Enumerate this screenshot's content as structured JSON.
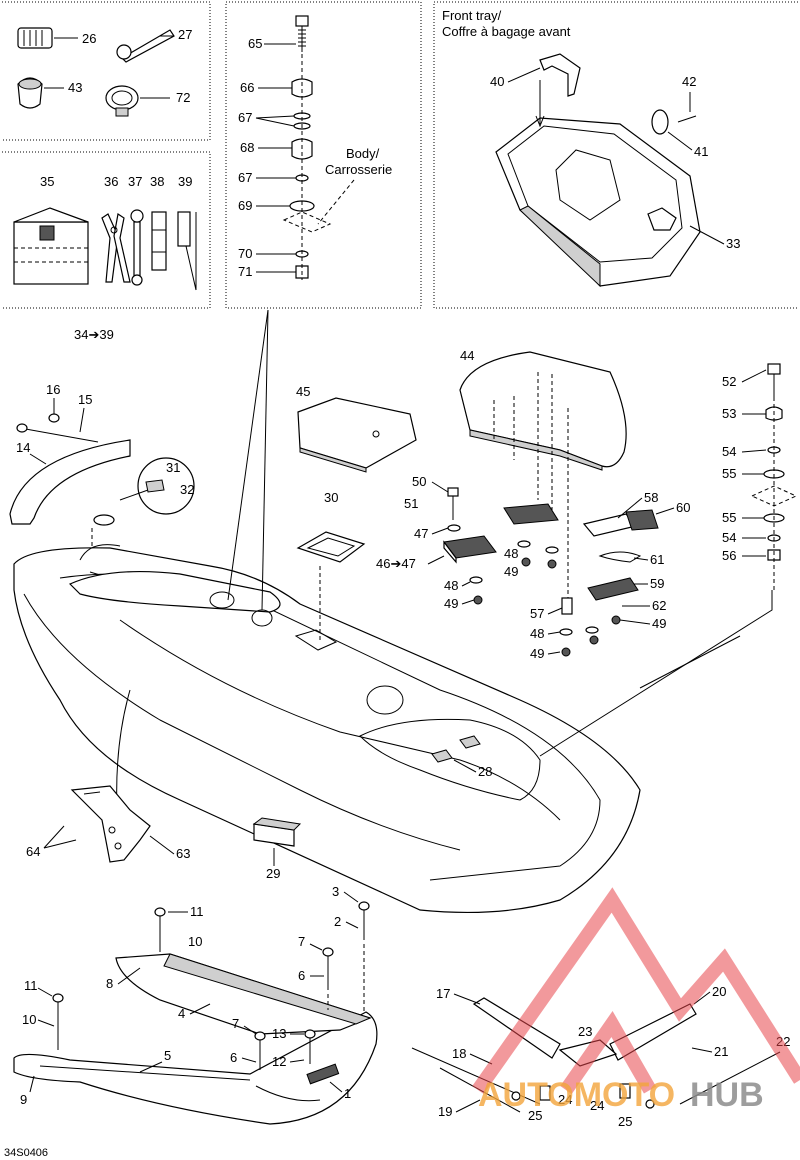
{
  "panels": {
    "front_tray_title_en": "Front tray/",
    "front_tray_title_fr": "Coffre à bagage avant",
    "body_label_en": "Body/",
    "body_label_fr": "Carrosserie"
  },
  "kit_label": "34➔39",
  "ref_code": "34S0406",
  "watermark": {
    "brand_left": "AUTOMOTO",
    "brand_right": "HUB",
    "colors": {
      "red": "#e8454a",
      "orange": "#f3a53b",
      "gray": "#8c8c8c"
    }
  },
  "callouts": {
    "c26": "26",
    "c27": "27",
    "c43": "43",
    "c72": "72",
    "c35": "35",
    "c36": "36",
    "c37": "37",
    "c38": "38",
    "c39": "39",
    "c65": "65",
    "c66": "66",
    "c67a": "67",
    "c68": "68",
    "c67b": "67",
    "c69": "69",
    "c70": "70",
    "c71": "71",
    "c40": "40",
    "c42": "42",
    "c41": "41",
    "c33": "33",
    "c44": "44",
    "c45": "45",
    "c16": "16",
    "c15": "15",
    "c14": "14",
    "c31": "31",
    "c32": "32",
    "c30": "30",
    "c50": "50",
    "c51": "51",
    "c47": "47",
    "c4647": "46➔47",
    "c48a": "48",
    "c49a": "49",
    "c48b": "48",
    "c49b": "49",
    "c58": "58",
    "c60": "60",
    "c61": "61",
    "c59": "59",
    "c62": "62",
    "c57": "57",
    "c48c": "48",
    "c49c": "49",
    "c49d": "49",
    "c52": "52",
    "c53": "53",
    "c54a": "54",
    "c55a": "55",
    "c55b": "55",
    "c54b": "54",
    "c56": "56",
    "c28": "28",
    "c29": "29",
    "c64": "64",
    "c63": "63",
    "c3": "3",
    "c2": "2",
    "c11a": "11",
    "c10a": "10",
    "c7a": "7",
    "c6a": "6",
    "c8": "8",
    "c4": "4",
    "c11b": "11",
    "c10b": "10",
    "c7b": "7",
    "c13": "13",
    "c6b": "6",
    "c12": "12",
    "c5": "5",
    "c9": "9",
    "c1": "1",
    "c17": "17",
    "c20": "20",
    "c23": "23",
    "c18": "18",
    "c21": "21",
    "c22": "22",
    "c19": "19",
    "c25a": "25",
    "c24a": "24",
    "c24b": "24",
    "c25b": "25"
  }
}
